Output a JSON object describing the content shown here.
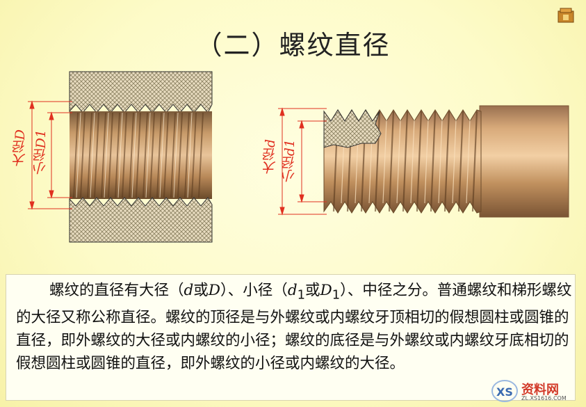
{
  "title": "（二）螺纹直径",
  "labels": {
    "internal_major": "大径D",
    "internal_minor": "小径D1",
    "external_major": "大径d",
    "external_minor": "小径d1"
  },
  "paragraph": {
    "s1": "螺纹的直径有大径（",
    "d": "d",
    "or1": "或",
    "D": "D",
    "s2": "）、小径（",
    "d1": "d",
    "d1sub": "1",
    "or2": "或",
    "D1": "D",
    "D1sub": "1",
    "s3": "）、中径之分。普通螺纹和梯形螺纹的大径又称公称直径。螺纹的顶径是与外螺纹或内螺纹牙顶相切的假想圆柱或圆锥的直径，即外螺纹的大径或内螺纹的小径；螺纹的底径是与外螺纹或内螺纹牙底相切的假想圆柱或圆锥的直径，即外螺纹的小径或内螺纹的大径。"
  },
  "watermark": {
    "text": "资料网",
    "url": "ZL.XS1616.COM"
  },
  "colors": {
    "dimension": "#e03020",
    "metal": "#c89b6a",
    "hatch": "#8a8060"
  }
}
